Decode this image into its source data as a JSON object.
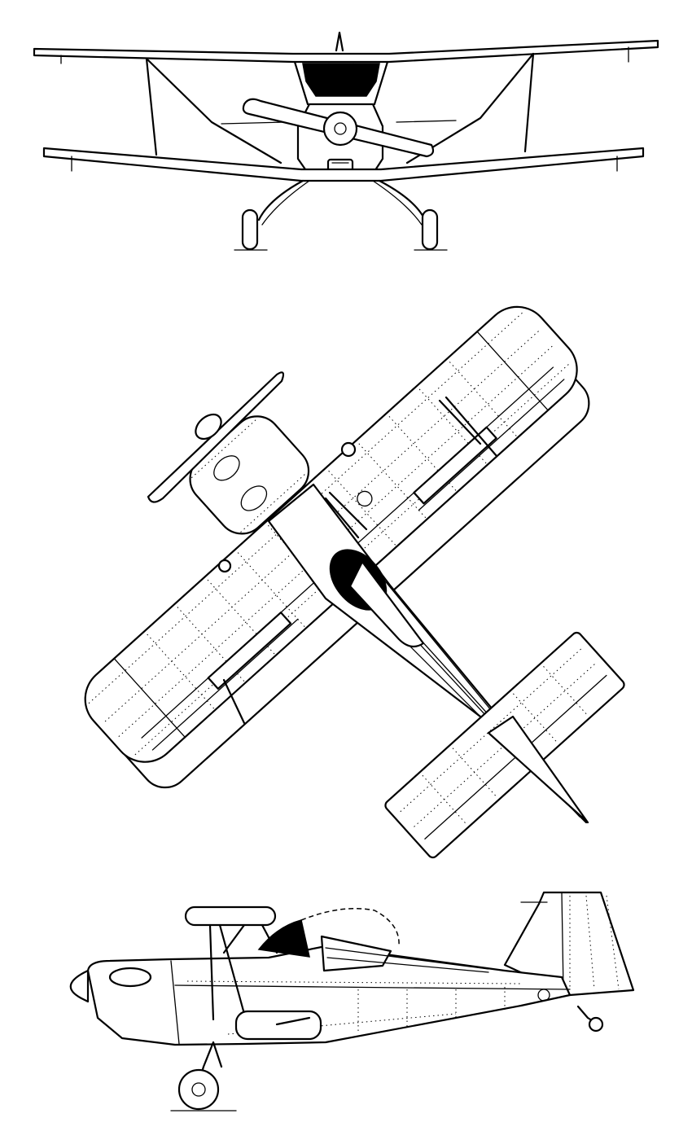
{
  "drawing": {
    "subject": "biplane",
    "views": [
      {
        "name": "front-view"
      },
      {
        "name": "top-view"
      },
      {
        "name": "side-view"
      }
    ]
  }
}
